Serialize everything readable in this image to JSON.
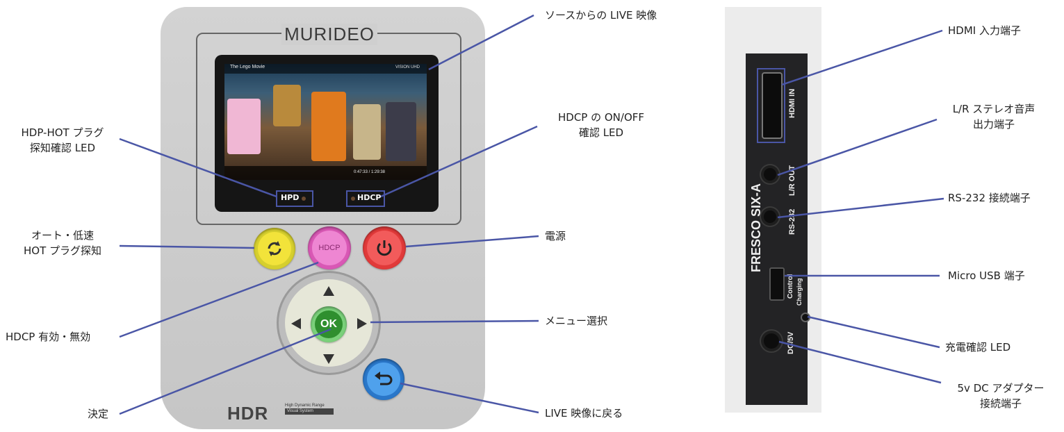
{
  "device": {
    "brand": "MURIDEO",
    "screen": {
      "movie_title": "The Lego Movie",
      "status_icons": "VISION  UHD",
      "time": "0:47:33 / 1:29:38"
    },
    "hpd_led_label": "HPD",
    "hdcp_led_label": "HDCP",
    "hdcp_button_label": "HDCP",
    "ok_button_label": "OK",
    "logo_main": "HDR",
    "logo_sub1": "High Dynamic Range",
    "logo_sub2": "Visual System"
  },
  "side_panel": {
    "model": "FRESCO  SIX-A",
    "ports": {
      "hdmi_in": "HDMI IN",
      "lr_out": "L/R OUT",
      "rs232": "RS-232",
      "control_charging_1": "Control",
      "control_charging_2": "Charging",
      "dc5v": "DC/5V"
    }
  },
  "labels": {
    "live_source": "ソースからの LIVE 映像",
    "hpd_line1": "HDP-HOT プラグ",
    "hpd_line2": "探知確認 LED",
    "hdcp_led_line1": "HDCP の ON/OFF",
    "hdcp_led_line2": "確認 LED",
    "auto_line1": "オート・低速",
    "auto_line2": "HOT プラグ探知",
    "power": "電源",
    "hdcp_toggle": "HDCP 有効・無効",
    "menu_select": "メニュー選択",
    "decide": "決定",
    "back_live": "LIVE 映像に戻る",
    "hdmi_in": "HDMI 入力端子",
    "lr_line1": "L/R ステレオ音声",
    "lr_line2": "出力端子",
    "rs232": "RS-232 接続端子",
    "micro_usb": "Micro USB 端子",
    "charge_led": "充電確認 LED",
    "dc_line1": "5v DC アダプター",
    "dc_line2": "接続端子"
  },
  "colors": {
    "callout_line": "#4a56a6",
    "yellow_button": "#f2e33a",
    "pink_button": "#e86fc8",
    "red_button": "#f04848",
    "ok_button": "#2f8f2f",
    "back_button": "#3a8de0"
  }
}
